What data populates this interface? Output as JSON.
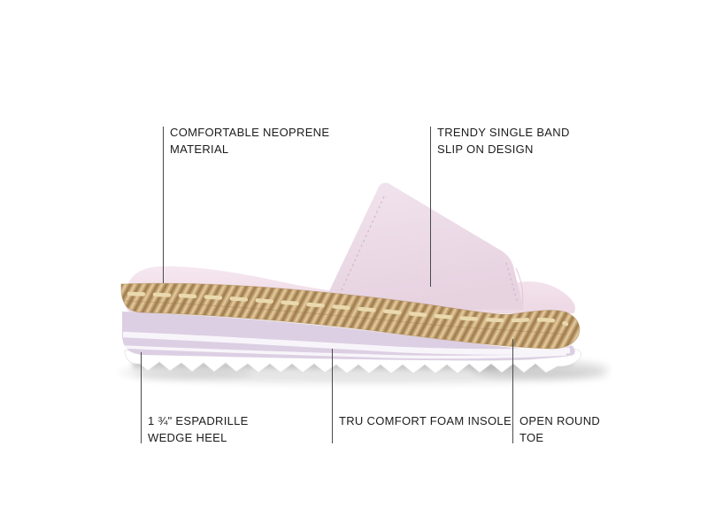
{
  "page": {
    "type": "product-feature-diagram",
    "background": "#ffffff"
  },
  "shoe": {
    "description": "pastel lilac espadrille platform slide sandal, side view, toe facing right",
    "colors": {
      "strap": "#ecdfe9",
      "footbed": "#f3e2ec",
      "jute": "#c4a474",
      "jute_dark": "#a58253",
      "jute_light": "#e0c79b",
      "jute_stitch": "#ead9ae",
      "wedge": "#dccfe3",
      "wedge_stripe": "#f9f7fb",
      "outsole": "#ffffff",
      "callout_line": "#4a4a4a",
      "callout_text": "#1c1c1c"
    }
  },
  "callouts": {
    "material": {
      "label": "COMFORTABLE NEOPRENE\nMATERIAL"
    },
    "band": {
      "label": "TRENDY SINGLE BAND\nSLIP ON DESIGN"
    },
    "heel": {
      "label": "1 ¾\" ESPADRILLE\nWEDGE HEEL"
    },
    "insole": {
      "label": "TRU COMFORT FOAM INSOLE"
    },
    "toe": {
      "label": "OPEN ROUND\nTOE"
    }
  }
}
